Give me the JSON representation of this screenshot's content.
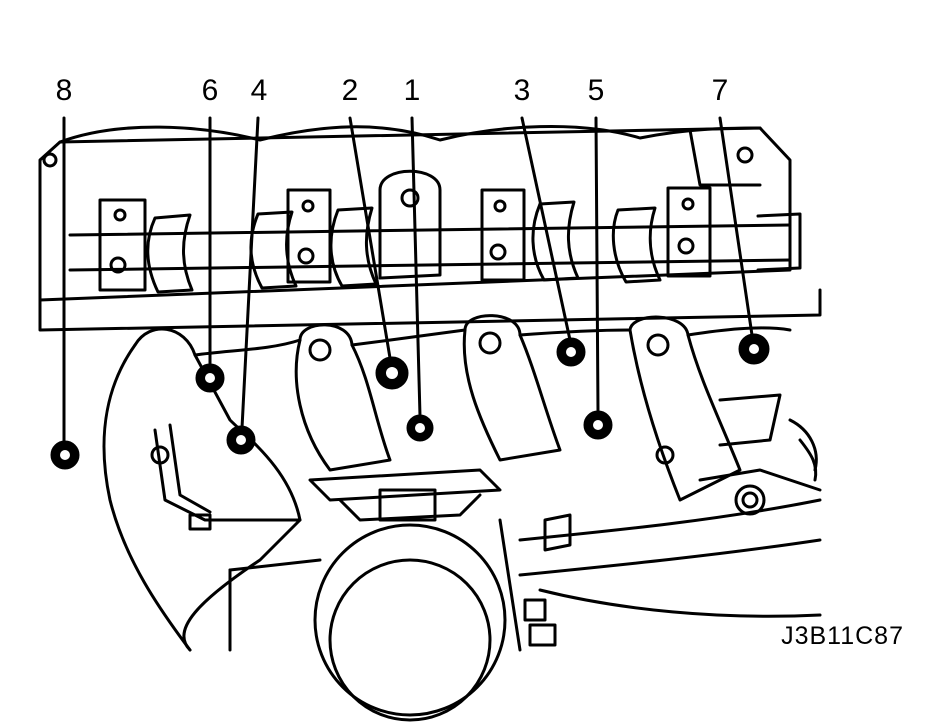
{
  "figure": {
    "code": "J3B11C87",
    "callouts": [
      {
        "number": "8",
        "target": "manifold-bolt-8"
      },
      {
        "number": "6",
        "target": "manifold-bolt-6"
      },
      {
        "number": "4",
        "target": "manifold-bolt-4"
      },
      {
        "number": "2",
        "target": "manifold-bolt-2"
      },
      {
        "number": "1",
        "target": "manifold-bolt-1"
      },
      {
        "number": "3",
        "target": "manifold-bolt-3"
      },
      {
        "number": "5",
        "target": "manifold-bolt-5"
      },
      {
        "number": "7",
        "target": "manifold-bolt-7"
      }
    ],
    "colors": {
      "ink": "#000000",
      "paper": "#ffffff"
    }
  }
}
